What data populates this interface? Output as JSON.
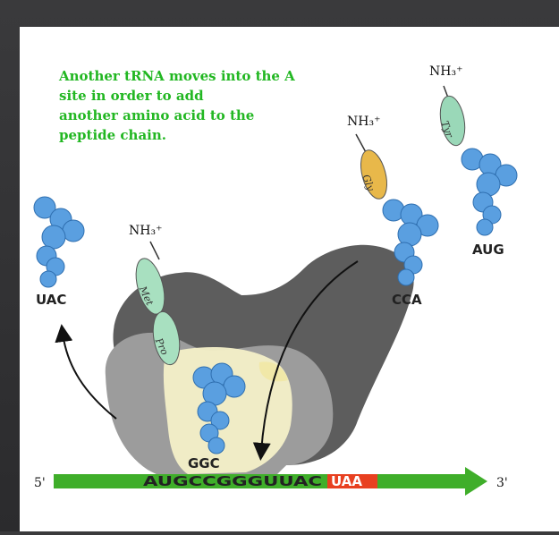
{
  "caption": "Another tRNA moves into the A\nsite in order to add\nanother amino acid to the\npeptide chain.",
  "amino_group": "NH₃⁺",
  "trnas": {
    "left": {
      "anticodon": "UAC"
    },
    "gly": {
      "amino_acid": "Gly",
      "anticodon": "CCA"
    },
    "tyr": {
      "amino_acid": "Tyr",
      "anticodon": "AUG"
    },
    "bound": {
      "anticodon": "GGC",
      "chain": [
        "Met",
        "Pro"
      ]
    }
  },
  "mrna": {
    "five_prime": "5'",
    "three_prime": "3'",
    "sequence": "AUGCCGGGUUAC",
    "stop_codon": "UAA"
  },
  "colors": {
    "caption": "#22b722",
    "trna": "#5a9fe0",
    "met_pro": "#a8e0c0",
    "gly": "#e8b84a",
    "tyr": "#9ad8b8",
    "mrna": "#3fae2a",
    "stop": "#e84020",
    "ribosome_large": "#5d5d5d",
    "ribosome_small": "#9c9c9c",
    "active_site": "#f4f0c8"
  }
}
